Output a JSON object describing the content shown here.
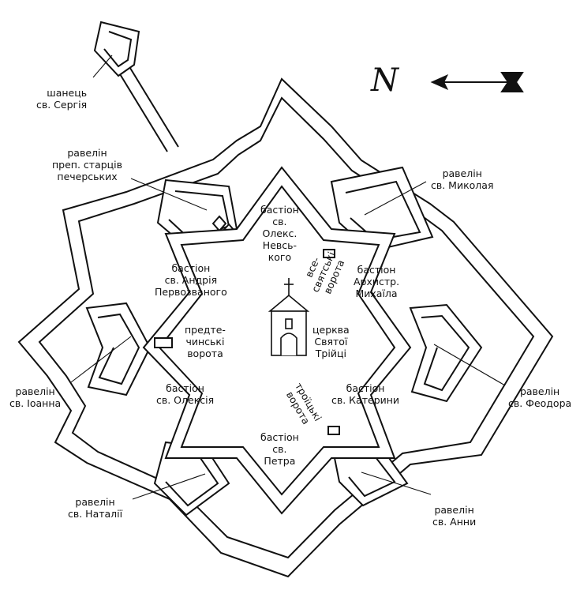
{
  "colors": {
    "stroke": "#111111",
    "background": "#ffffff"
  },
  "compass": {
    "letter": "N"
  },
  "labels": {
    "shanets_sergiya": [
      "шанець",
      "св. Сергія"
    ],
    "ravelin_startsiv": [
      "равелін",
      "преп. старців",
      "печерських"
    ],
    "ravelin_mykolaya": [
      "равелін",
      "св. Миколая"
    ],
    "bastion_nevsky": [
      "бастіон",
      "св.",
      "Олекс.",
      "Невсь-",
      "кого"
    ],
    "vsesvyatski_vorota": [
      "все-",
      "святські",
      "ворота"
    ],
    "bastion_andriya": [
      "бастіон",
      "св. Андрія",
      "Первозваного"
    ],
    "bastion_mykhaila": [
      "бастіон",
      "Архистр.",
      "Михаїла"
    ],
    "predtechynski_vorota": [
      "предте-",
      "чинські",
      "ворота"
    ],
    "tserkva": [
      "церква",
      "Святої",
      "Трійці"
    ],
    "ravelin_ioanna": [
      "равелін",
      "св. Іоанна"
    ],
    "ravelin_feodora": [
      "равелін",
      "св. Феодора"
    ],
    "bastion_oleksiya": [
      "бастіон",
      "св. Олексія"
    ],
    "troitski_vorota": [
      "троїцькі",
      "ворота"
    ],
    "bastion_kateryny": [
      "бастіон",
      "св. Катерини"
    ],
    "bastion_petra": [
      "бастіон",
      "св.",
      "Петра"
    ],
    "ravelin_natalii": [
      "равелін",
      "св. Наталії"
    ],
    "ravelin_anny": [
      "равелін",
      "св. Анни"
    ]
  }
}
